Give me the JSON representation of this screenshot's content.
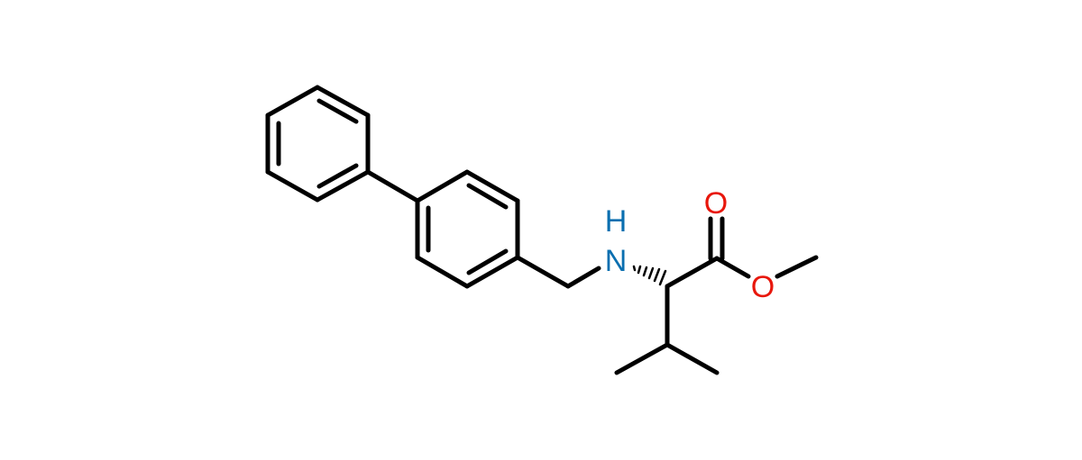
{
  "molecule": {
    "atoms": {
      "nitrogen": {
        "symbol": "N",
        "color": "#0a6fb0"
      },
      "amine_hydrogen": {
        "symbol": "H",
        "color": "#0a6fb0"
      },
      "carbonyl_oxygen": {
        "symbol": "O",
        "color": "#e8170c"
      },
      "ester_oxygen": {
        "symbol": "O",
        "color": "#e8170c"
      }
    },
    "bond_color": "#000000"
  }
}
